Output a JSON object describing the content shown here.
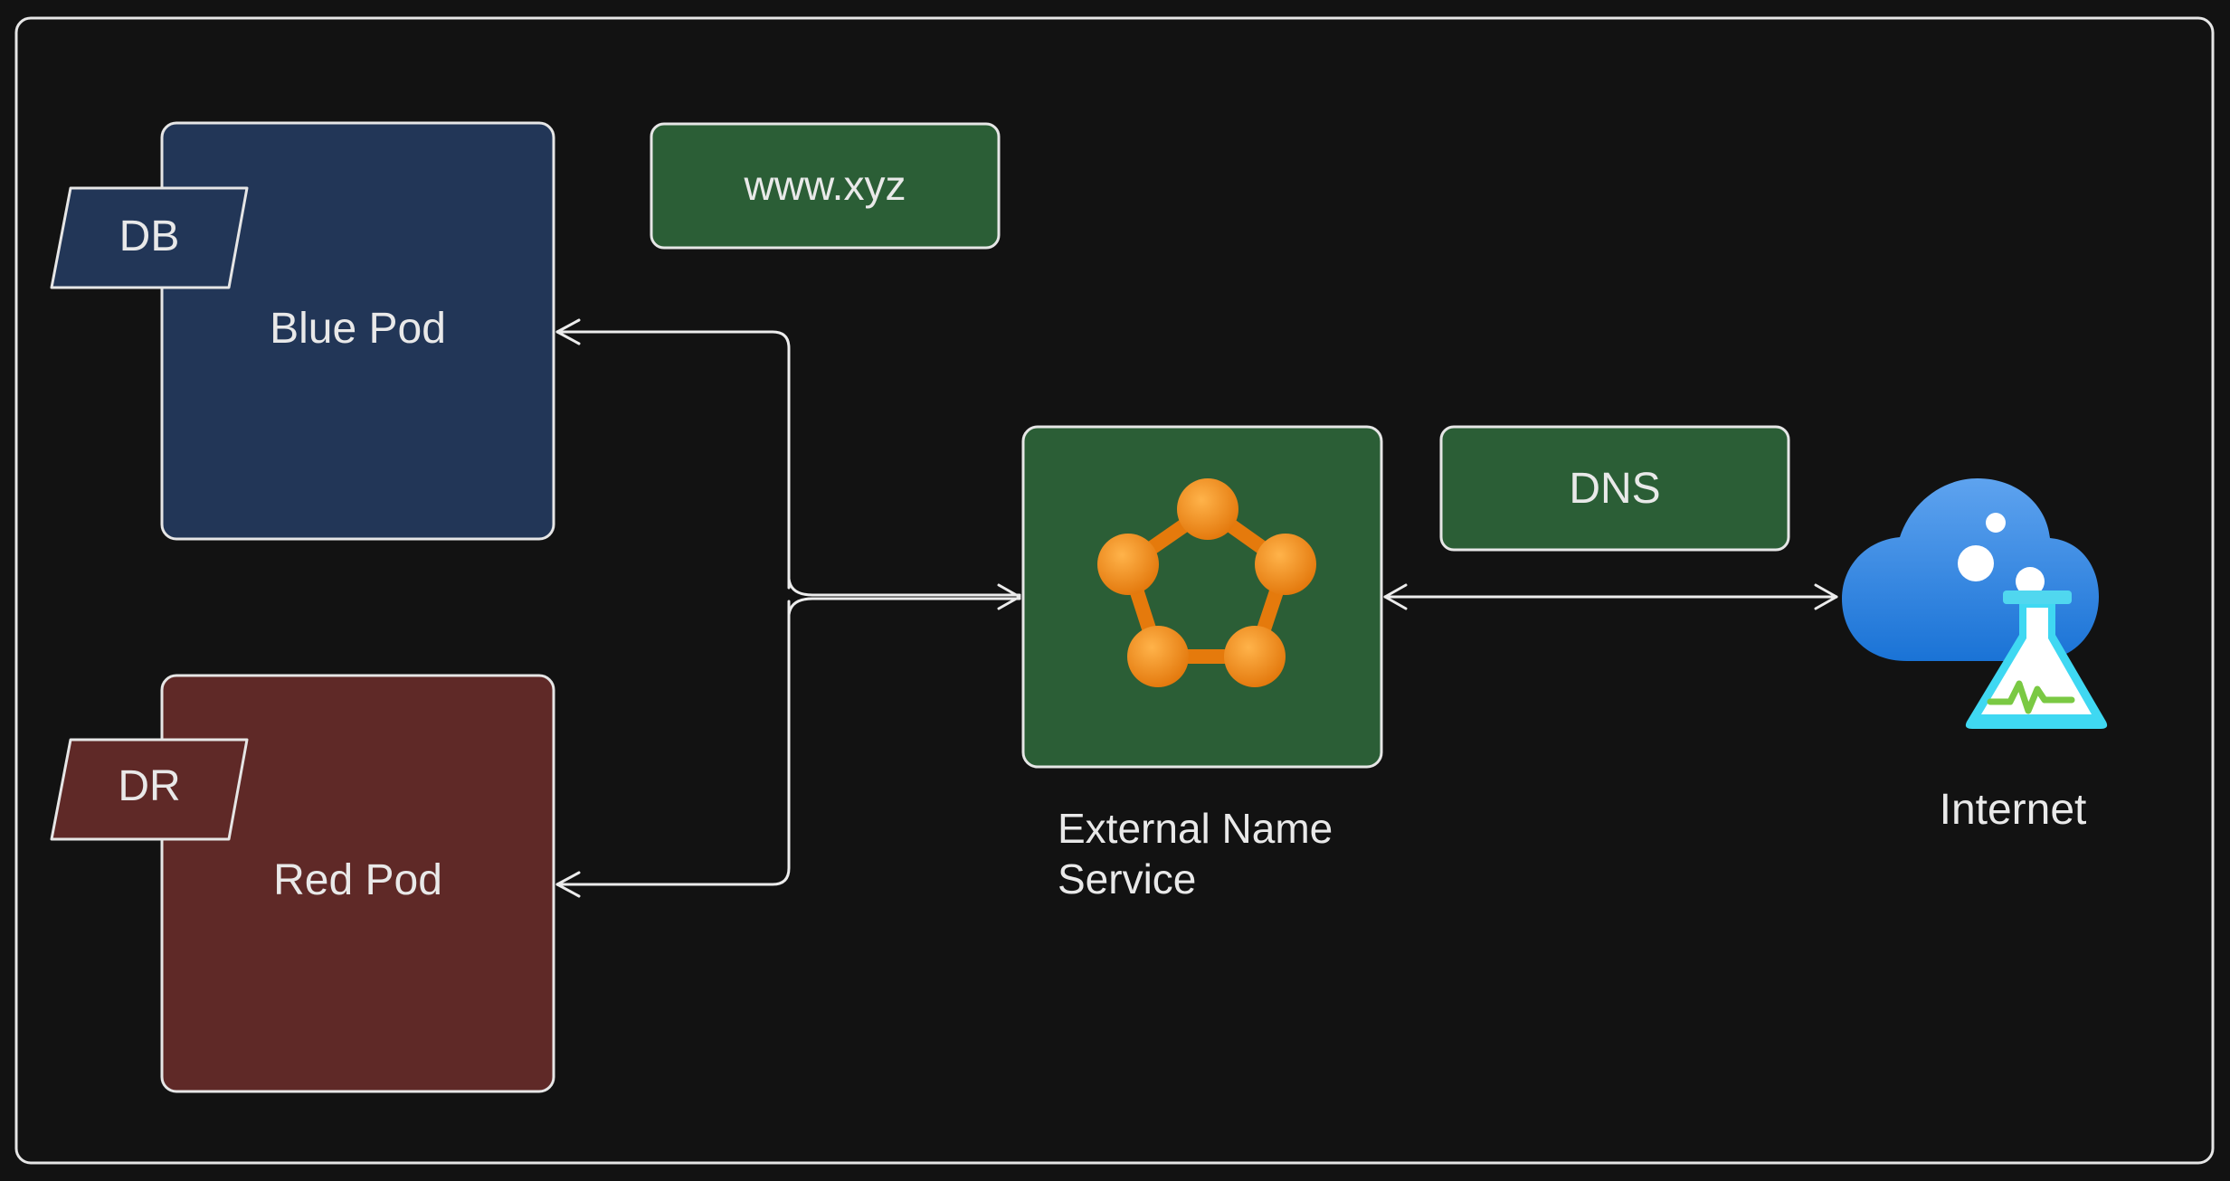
{
  "colors": {
    "background": "#121212",
    "frame_stroke": "#e6e6e6",
    "blue_pod_fill": "#223657",
    "red_pod_fill": "#5f2927",
    "green_box_fill": "#2b5e36",
    "orange_icon": "#f08a0f",
    "cloud_blue": "#2f8ae4",
    "flask_cyan": "#3fd8f2"
  },
  "nodes": {
    "blue_pod": {
      "label": "Blue Pod",
      "tag": "DB"
    },
    "red_pod": {
      "label": "Red Pod",
      "tag": "DR"
    },
    "domain_box": {
      "label": "www.xyz"
    },
    "dns_box": {
      "label": "DNS"
    },
    "external_name_service": {
      "label": "External Name\nService",
      "icon": "network-pentagon-icon"
    },
    "internet": {
      "label": "Internet",
      "icon": "cloud-flask-icon"
    }
  },
  "edges": [
    {
      "from": "external_name_service",
      "to": "blue_pod",
      "style": "arrow"
    },
    {
      "from": "external_name_service",
      "to": "red_pod",
      "style": "arrow"
    },
    {
      "from": "blue_pod",
      "to": "external_name_service",
      "style": "arrow"
    },
    {
      "from": "external_name_service",
      "to": "internet",
      "style": "double-arrow"
    }
  ]
}
